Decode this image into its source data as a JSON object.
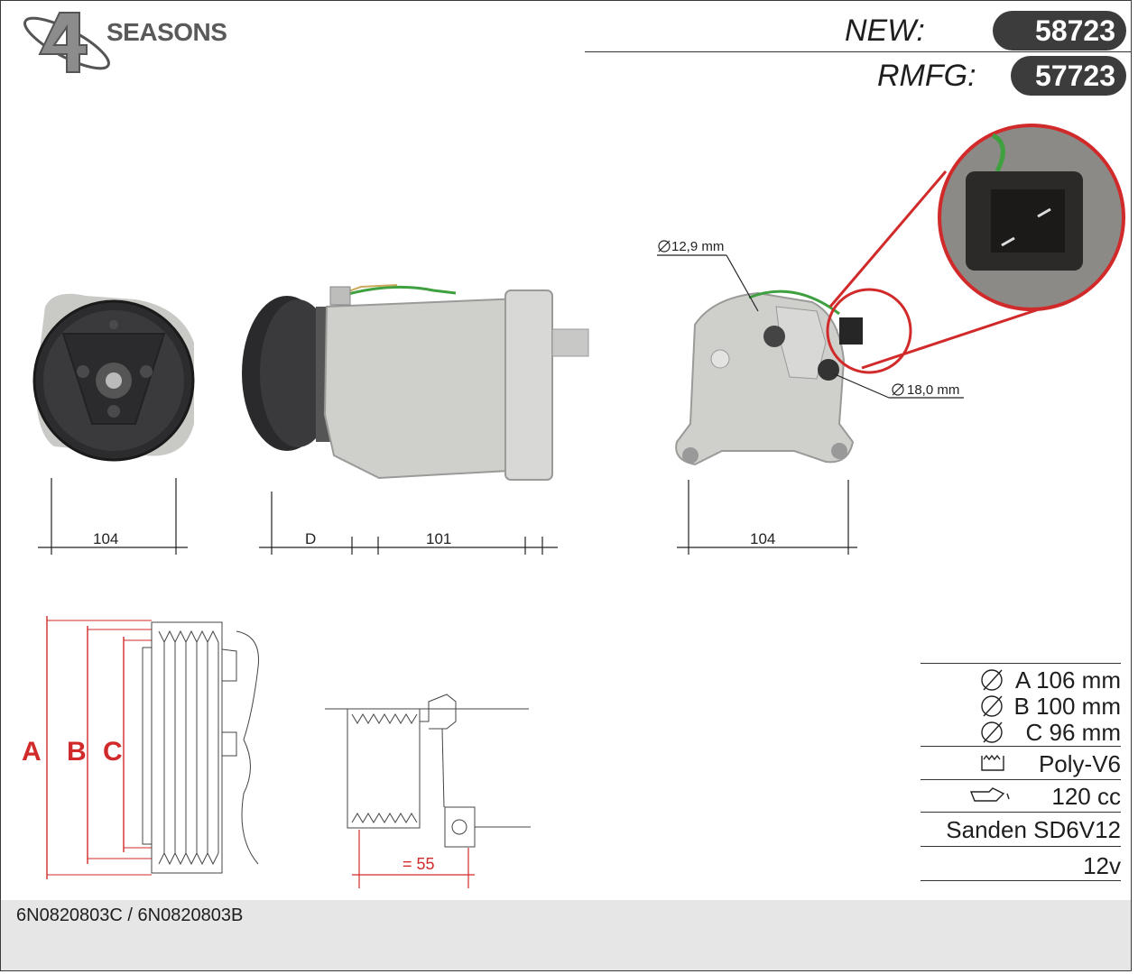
{
  "brand": {
    "logo_text": "SEASONS",
    "logo_numeral": "4"
  },
  "header": {
    "new_label": "NEW:",
    "new_value": "58723",
    "rmfg_label": "RMFG:",
    "rmfg_value": "57723"
  },
  "callouts": {
    "port_diameter_1": "12,9 mm",
    "port_diameter_2": "18,0 mm"
  },
  "dimensions": {
    "front_width": "104",
    "side_d": "D",
    "side_length": "101",
    "rear_width": "104",
    "pulley_offset": "= 55"
  },
  "pulley_labels": {
    "a": "A",
    "b": "B",
    "c": "C"
  },
  "specs": {
    "diameter_a": "A 106 mm",
    "diameter_b": "B 100 mm",
    "diameter_c": "C  96 mm",
    "belt": "Poly-V6",
    "oil": "120 cc",
    "model": "Sanden SD6V12",
    "voltage": "12v"
  },
  "footer": {
    "oem_numbers": "6N0820803C / 6N0820803B"
  },
  "colors": {
    "accent_red": "#d12a2a",
    "pill": "#3c3c3c",
    "wire_green": "#3fa040"
  }
}
